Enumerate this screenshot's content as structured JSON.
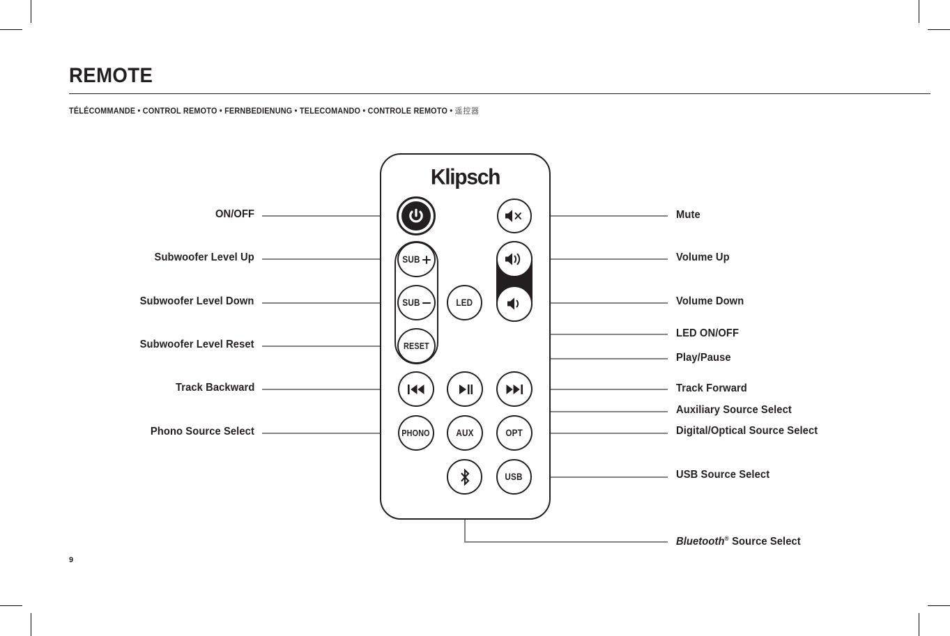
{
  "header": {
    "title": "REMOTE",
    "subtitle_languages": [
      "TÉLÉCOMMANDE",
      "CONTROL REMOTO",
      "FERNBEDIENUNG",
      "TELECOMANDO",
      "CONTROLE REMOTO"
    ],
    "subtitle_cjk": "遥控器",
    "subtitle_separator": "•",
    "subtitle_full": "TÉLÉCOMMANDE • CONTROL REMOTO • FERNBEDIENUNG • TELECOMANDO • CONTROLE REMOTO • "
  },
  "page_number": "9",
  "remote": {
    "brand": "Klipsch",
    "buttons": {
      "power": {
        "icon": "power-icon",
        "label": ""
      },
      "sub_up": {
        "label": "SUB",
        "symbol": "+"
      },
      "sub_down": {
        "label": "SUB",
        "symbol": "—"
      },
      "sub_reset": {
        "label": "RESET"
      },
      "led": {
        "label": "LED"
      },
      "mute": {
        "icon": "mute-speaker-icon"
      },
      "volume_up": {
        "icon": "speaker-waves-icon"
      },
      "volume_down": {
        "icon": "speaker-icon"
      },
      "track_backward": {
        "icon": "previous-track-icon"
      },
      "play_pause": {
        "icon": "play-pause-icon"
      },
      "track_forward": {
        "icon": "next-track-icon"
      },
      "phono": {
        "label": "PHONO"
      },
      "aux": {
        "label": "AUX"
      },
      "opt": {
        "label": "OPT"
      },
      "bluetooth": {
        "icon": "bluetooth-icon"
      },
      "usb": {
        "label": "USB"
      }
    }
  },
  "callouts": {
    "left": [
      {
        "name": "callout-on-off",
        "text": "ON/OFF"
      },
      {
        "name": "callout-subwoofer-level-up",
        "text": "Subwoofer Level Up"
      },
      {
        "name": "callout-subwoofer-level-down",
        "text": "Subwoofer Level Down"
      },
      {
        "name": "callout-subwoofer-level-reset",
        "text": "Subwoofer Level Reset"
      },
      {
        "name": "callout-track-backward",
        "text": "Track Backward"
      },
      {
        "name": "callout-phono-source-select",
        "text": "Phono Source Select"
      }
    ],
    "right": [
      {
        "name": "callout-mute",
        "text": "Mute"
      },
      {
        "name": "callout-volume-up",
        "text": "Volume Up"
      },
      {
        "name": "callout-volume-down",
        "text": "Volume Down"
      },
      {
        "name": "callout-led-on-off",
        "text": "LED ON/OFF"
      },
      {
        "name": "callout-play-pause",
        "text": "Play/Pause"
      },
      {
        "name": "callout-track-forward",
        "text": "Track Forward"
      },
      {
        "name": "callout-auxiliary-source-select",
        "text": "Auxiliary Source Select"
      },
      {
        "name": "callout-digital-optical-source-select",
        "text": "Digital/Optical Source Select"
      },
      {
        "name": "callout-usb-source-select",
        "text": "USB Source Select"
      },
      {
        "name": "callout-bluetooth-source-select",
        "text": "Bluetooth"
      },
      {
        "name": "callout-bluetooth-source-select-suffix",
        "text": " Source Select"
      },
      {
        "name": "callout-bluetooth-registered-mark",
        "text": "®"
      }
    ]
  },
  "colors": {
    "ink": "#231f20",
    "leader": "#808285",
    "paper": "#ffffff"
  }
}
